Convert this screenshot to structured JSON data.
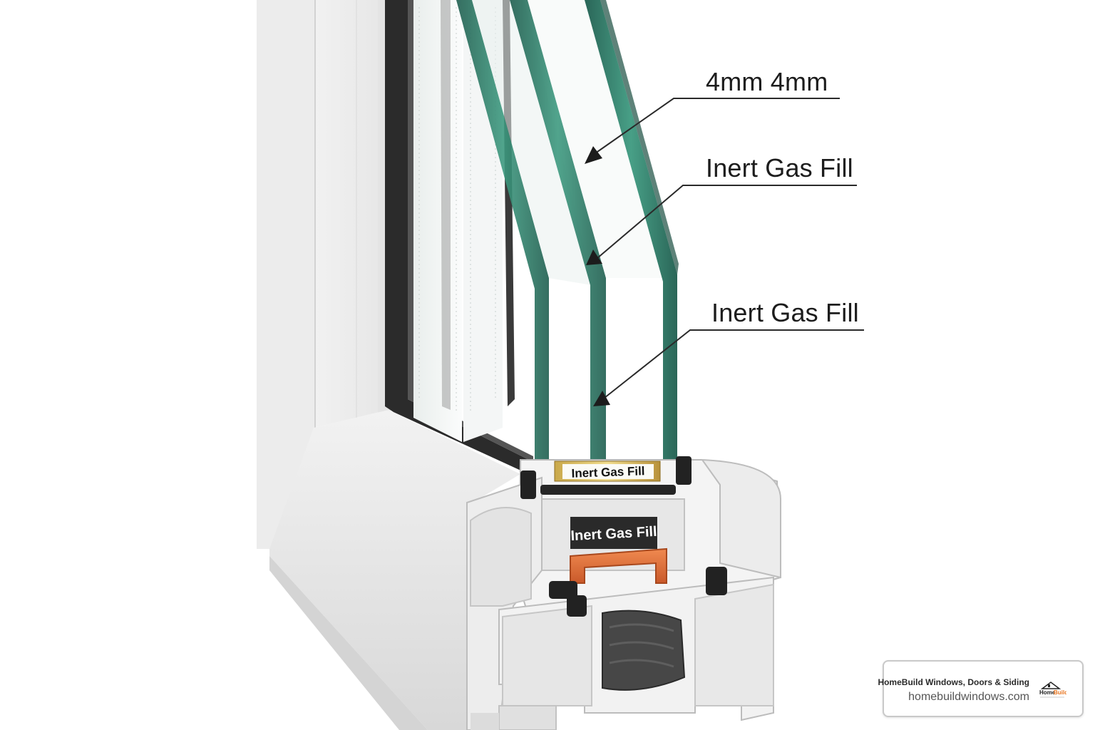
{
  "callouts": {
    "glass": "4mm 4mm",
    "gas_fill_upper": "Inert Gas Fill",
    "gas_fill_lower": "Inert Gas Fill"
  },
  "spacer_tags": {
    "spacer_label": "Inert Gas Fill",
    "chamber_label": "Inert Gas Fill"
  },
  "branding": {
    "company_name": "HomeBuild Windows, Doors & Siding",
    "website": "homebuildwindows.com",
    "logo_wordmark": "HomeBuild"
  },
  "colors": {
    "glass_edge": "#2f7a66",
    "frame_white": "#f1f1f1",
    "gasket_black": "#1f1f1f",
    "reinforcement_orange": "#e2703a",
    "logo_accent": "#e8741e"
  }
}
